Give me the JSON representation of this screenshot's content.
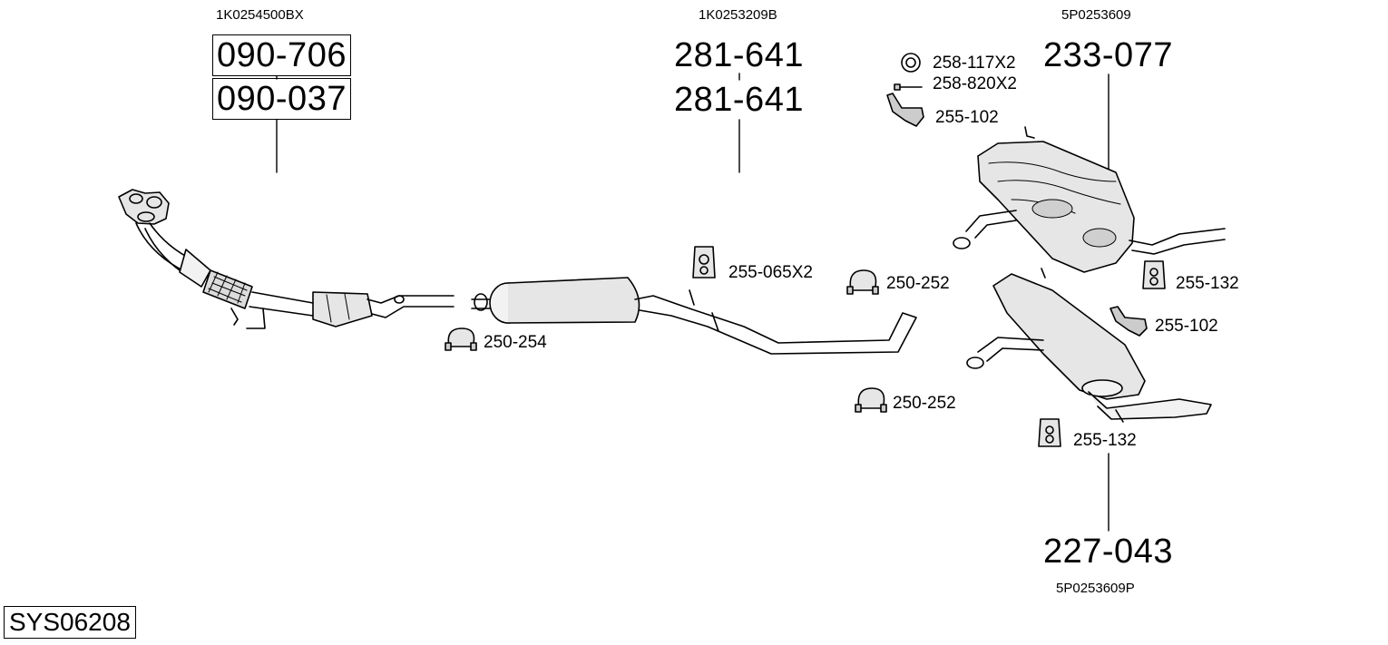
{
  "system": {
    "code": "SYS06208"
  },
  "groups": [
    {
      "oem": "1K0254500BX",
      "parts": [
        "090-706",
        "090-037"
      ]
    },
    {
      "oem": "1K0253209B",
      "parts": [
        "281-641",
        "281-641"
      ]
    },
    {
      "oem": "5P0253609",
      "parts": [
        "233-077"
      ]
    },
    {
      "oem": "5P0253609P",
      "parts": [
        "227-043"
      ]
    }
  ],
  "accessories": [
    {
      "code": "250-254",
      "icon": "clamp-icon"
    },
    {
      "code": "255-065X2",
      "icon": "rubber-hanger-icon"
    },
    {
      "code": "250-252",
      "icon": "clamp-icon"
    },
    {
      "code": "258-117X2",
      "icon": "ring-gasket-icon"
    },
    {
      "code": "258-820X2",
      "icon": "bolt-icon"
    },
    {
      "code": "255-102",
      "icon": "bracket-icon"
    },
    {
      "code": "255-132",
      "icon": "rubber-hanger-icon"
    },
    {
      "code": "255-102",
      "icon": "bracket-icon"
    },
    {
      "code": "250-252",
      "icon": "clamp-icon"
    },
    {
      "code": "255-132",
      "icon": "rubber-hanger-icon"
    }
  ]
}
